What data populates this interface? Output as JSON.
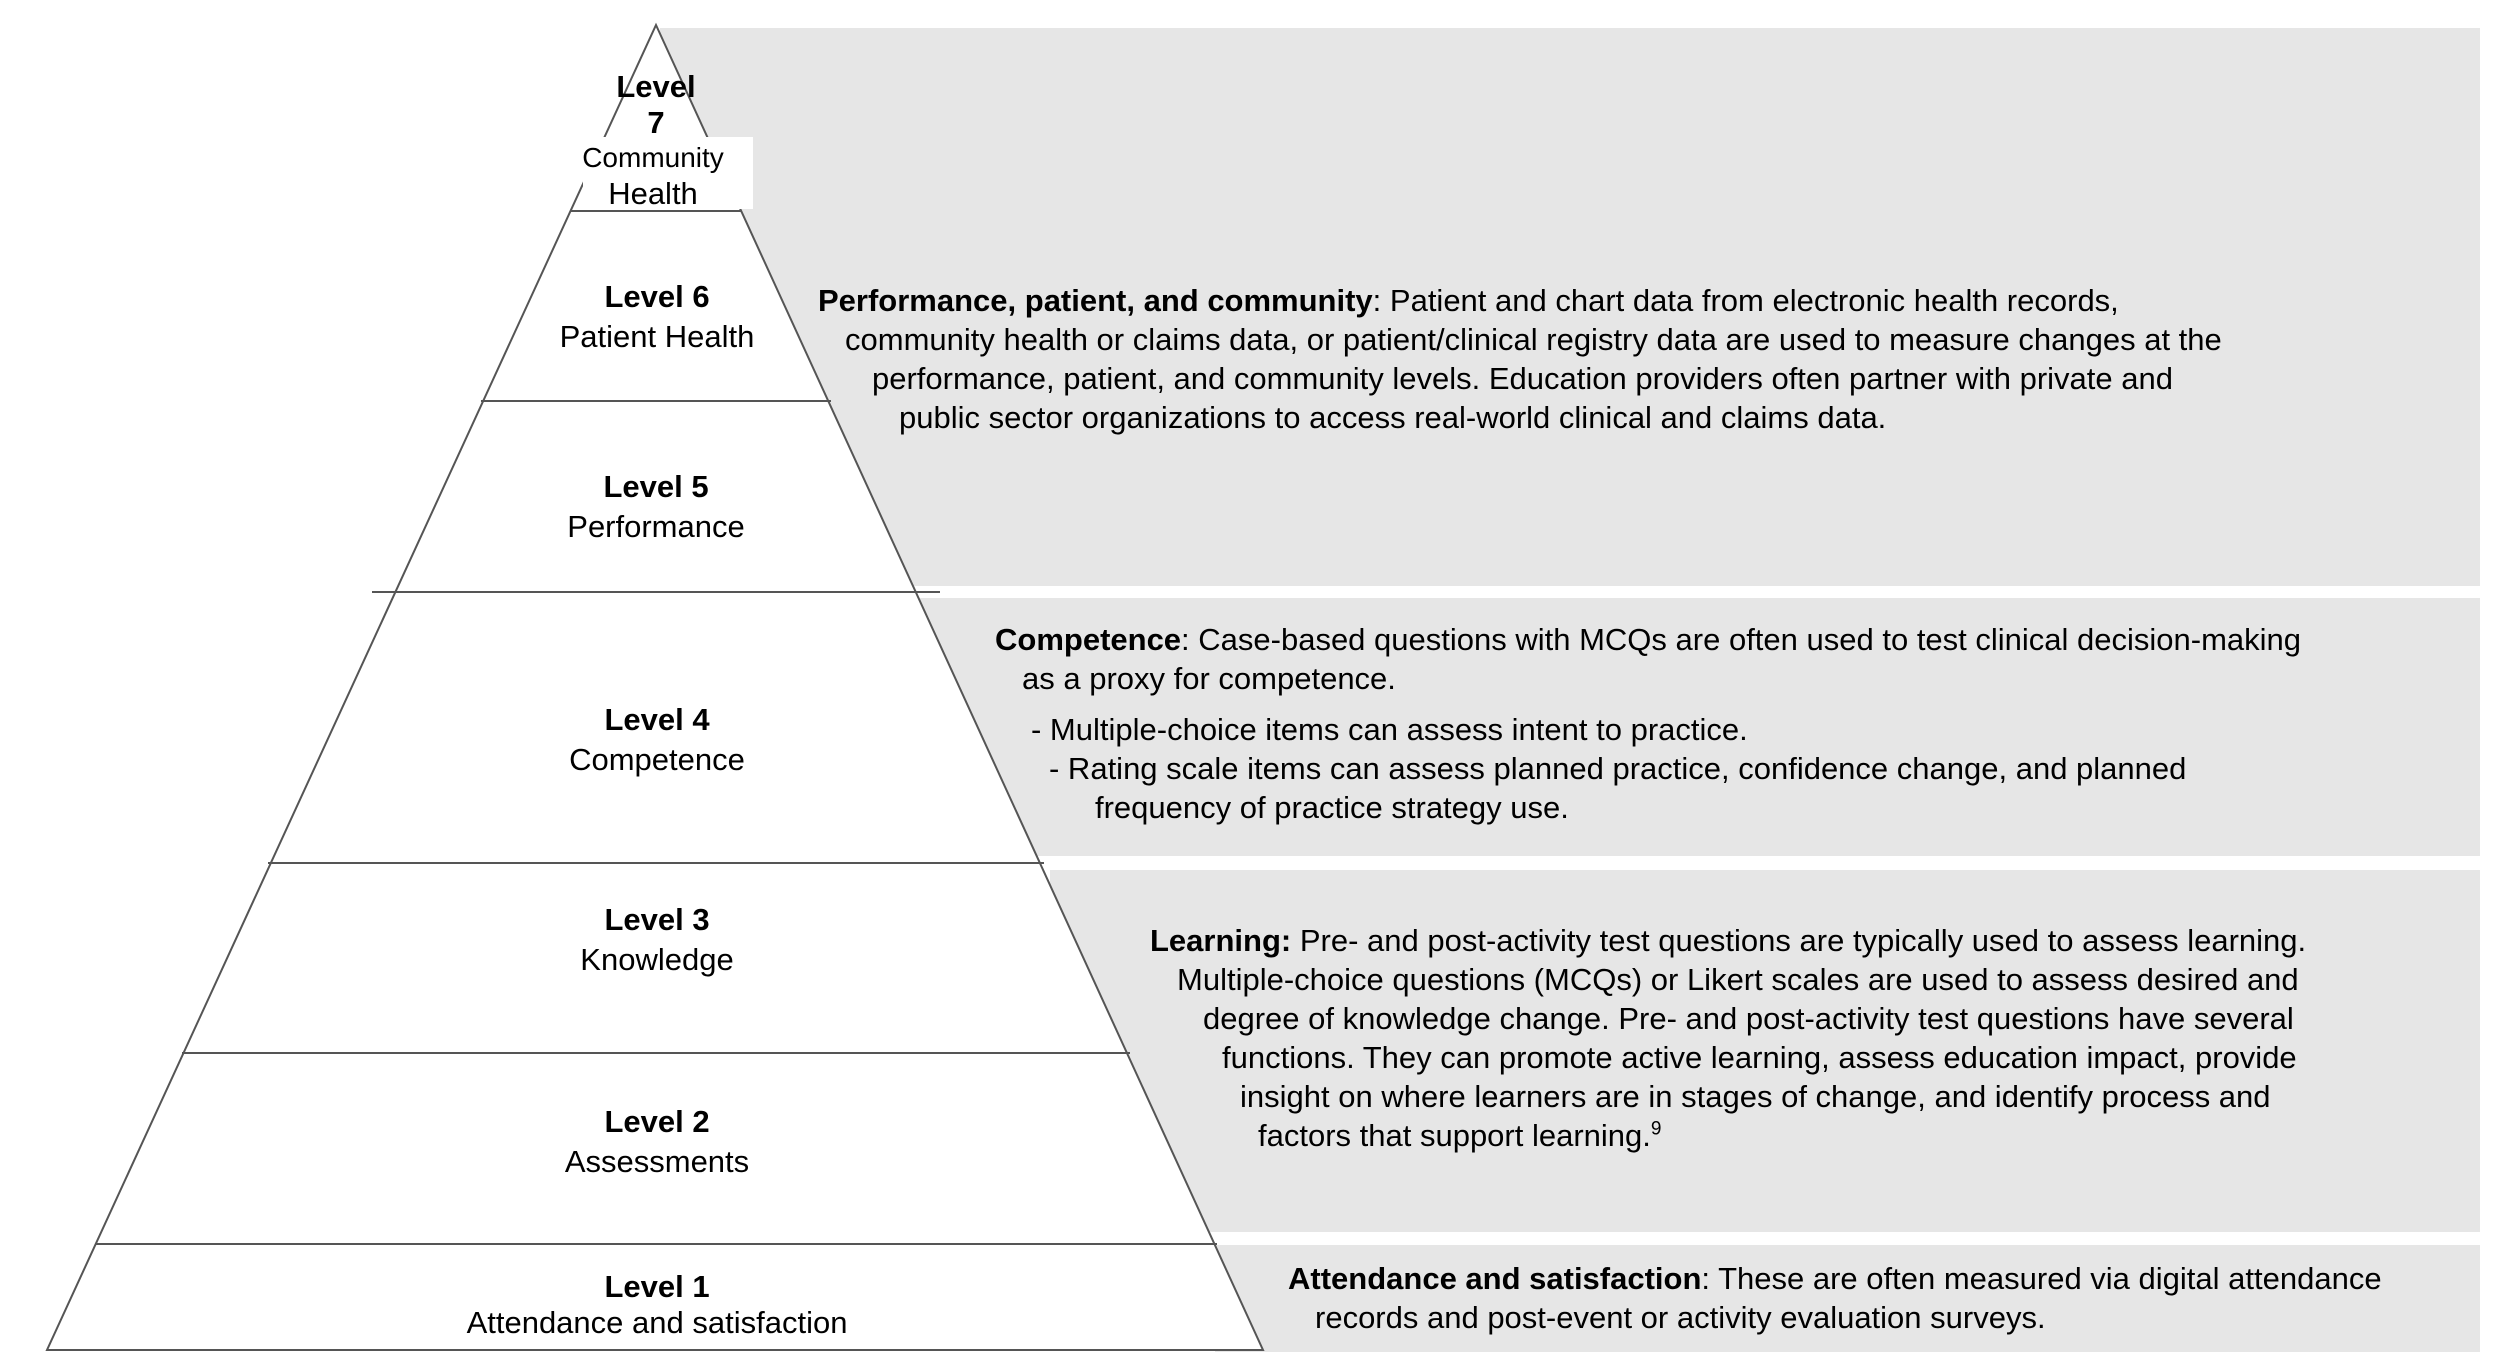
{
  "levels": [
    {
      "title": "Level 1",
      "name": "Attendance and satisfaction"
    },
    {
      "title": "Level 2",
      "name": "Assessments"
    },
    {
      "title": "Level 3",
      "name": "Knowledge"
    },
    {
      "title": "Level 4",
      "name": "Competence"
    },
    {
      "title": "Level 5",
      "name": "Performance"
    },
    {
      "title": "Level 6",
      "name": "Patient Health"
    },
    {
      "title_line1": "Level",
      "title_line2": "7",
      "name_line1": "Community",
      "name_line2": "Health"
    }
  ],
  "descriptions": {
    "performance": {
      "heading": "Performance, patient, and community",
      "lines": [
        ": Patient and chart data from electronic health records,",
        "community health or claims data, or patient/clinical registry data are used to measure changes at the",
        "performance, patient, and community levels. Education providers often partner with private and",
        "public sector organizations to access real-world clinical and claims data."
      ]
    },
    "competence": {
      "heading": "Competence",
      "lines": [
        ": Case-based questions with MCQs are often used to test clinical decision-making",
        "as a proxy for competence."
      ],
      "bullets": [
        "-  Multiple-choice items can assess intent to practice.",
        "-  Rating scale items can assess planned practice, confidence change, and planned",
        "frequency of practice strategy use."
      ]
    },
    "learning": {
      "heading": "Learning:",
      "lines": [
        " Pre- and post-activity test questions are typically used to assess learning.",
        "Multiple-choice questions (MCQs) or Likert scales are used to assess desired and",
        "degree of knowledge change. Pre- and post-activity test questions have several",
        "functions. They can promote active learning, assess education impact, provide",
        "insight on where learners are in stages of change, and identify process and",
        "factors that support learning."
      ],
      "footnote": "9"
    },
    "attendance": {
      "heading": "Attendance and satisfaction",
      "lines": [
        ": These are often measured via digital attendance",
        "records and post-event or activity evaluation surveys."
      ]
    }
  }
}
